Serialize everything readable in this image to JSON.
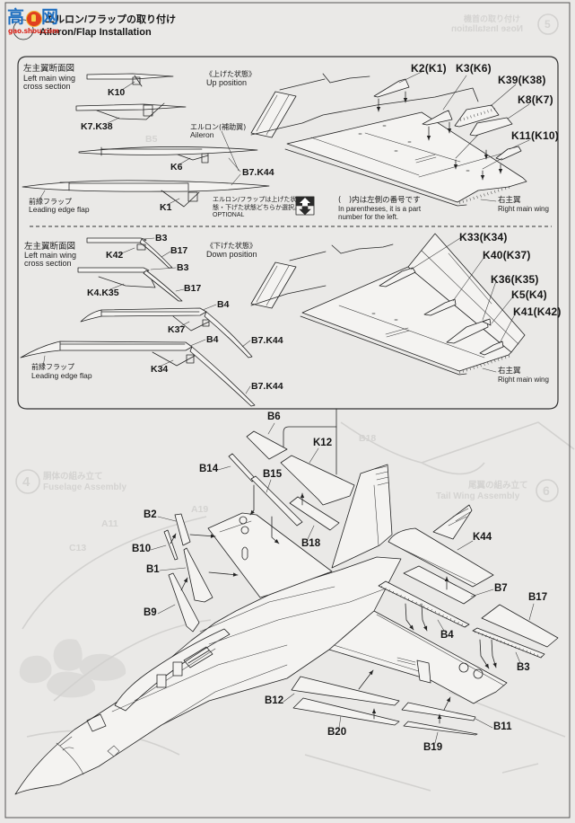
{
  "watermark": {
    "char_left": "高",
    "char_right": "网",
    "site": "gao.shou.com",
    "icon": "thumbs-up-icon"
  },
  "header": {
    "title_ja": "エルロン/フラップの取り付け",
    "title_en": "Aileron/Flap Installation"
  },
  "up_position": {
    "cross_section": {
      "ja": "左主翼断面図",
      "en_line1": "Left main wing",
      "en_line2": "cross section"
    },
    "state": {
      "ja": "《上げた状態》",
      "en": "Up position"
    },
    "aileron": {
      "ja": "エルロン(補助翼)",
      "en": "Aileron"
    },
    "leading_edge_flap": {
      "ja": "前縁フラップ",
      "en": "Leading edge flap"
    },
    "section_labels": {
      "k10": "K10",
      "k7_k38": "K7.K38",
      "k6": "K6",
      "k1": "K1",
      "b7_k44": "B7.K44"
    },
    "optional_note": {
      "line1": "エルロン/フラップは上げた状",
      "line2": "態・下げた状態どちらか選択。",
      "line3": "OPTIONAL",
      "icon": "up-down-arrow-icon"
    },
    "parentheses_note": {
      "ja": "(　)内は左側の番号です",
      "en_line1": "In parentheses, it is a part",
      "en_line2": "number for the left."
    },
    "right_wing": {
      "ja": "右主翼",
      "en": "Right main wing"
    },
    "wing_parts": [
      "K2(K1)",
      "K3(K6)",
      "K39(K38)",
      "K8(K7)",
      "K11(K10)"
    ]
  },
  "down_position": {
    "cross_section": {
      "ja": "左主翼断面図",
      "en_line1": "Left main wing",
      "en_line2": "cross section"
    },
    "state": {
      "ja": "《下げた状態》",
      "en": "Down position"
    },
    "leading_edge_flap": {
      "ja": "前縁フラップ",
      "en": "Leading edge flap"
    },
    "section_labels": [
      "B3",
      "K42",
      "B17",
      "B3",
      "K4.K35",
      "B17",
      "B4",
      "K37",
      "B4",
      "B7.K44",
      "K34",
      "B7.K44"
    ],
    "right_wing": {
      "ja": "右主翼",
      "en": "Right main wing"
    },
    "wing_parts": [
      "K33(K34)",
      "K40(K37)",
      "K36(K35)",
      "K5(K4)",
      "K41(K42)"
    ]
  },
  "assembly": {
    "parts": [
      "B6",
      "K12",
      "B14",
      "B15",
      "B2",
      "B10",
      "B1",
      "B9",
      "B18",
      "K44",
      "B7",
      "B17",
      "B4",
      "B3",
      "B12",
      "B20",
      "B11",
      "B19"
    ]
  },
  "show_through": {
    "step4": {
      "number": "4",
      "ja": "胴体の組み立て",
      "en": "Fuselage Assembly"
    },
    "step5": {
      "number": "5",
      "ja": "機首の取り付け",
      "en": "Nose Installation"
    },
    "step6": {
      "number": "6",
      "ja": "尾翼の組み立て",
      "en": "Tail Wing Assembly"
    },
    "labels": [
      "A11",
      "A19",
      "C13",
      "B5",
      "B18"
    ]
  },
  "colors": {
    "ink": "#1e1e1e",
    "paper": "#eae9e7",
    "watermark_blue": "#1f6fc0",
    "watermark_red": "#d8261c"
  }
}
